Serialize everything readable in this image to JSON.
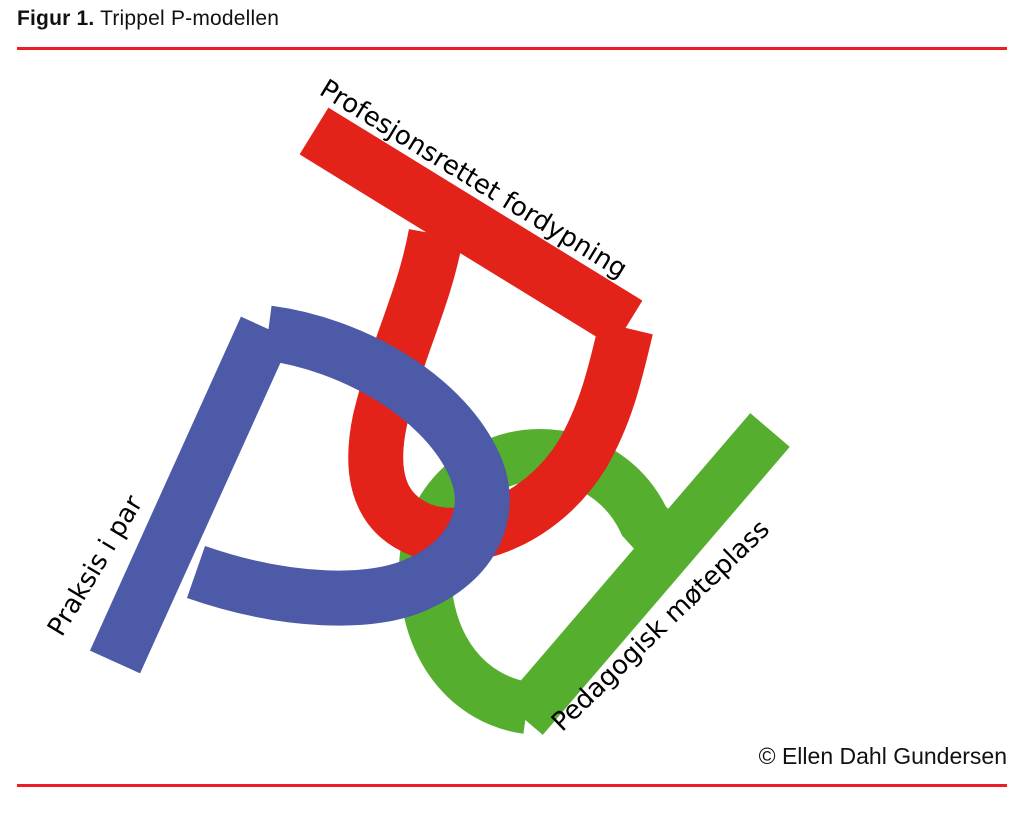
{
  "figure": {
    "label": "Figur 1.",
    "title": "Trippel P-modellen"
  },
  "model": {
    "p_red_label": "Profesjonsrettet fordypning",
    "p_blue_label": "Praksis i par",
    "p_green_label": "Pedagogisk møteplass"
  },
  "credit": "© Ellen Dahl Gundersen",
  "colors": {
    "red_p": "#e32219",
    "blue_p": "#4d5aa7",
    "green_p": "#56ae2f",
    "rule_red": "#ed1c27",
    "text": "#111111"
  }
}
